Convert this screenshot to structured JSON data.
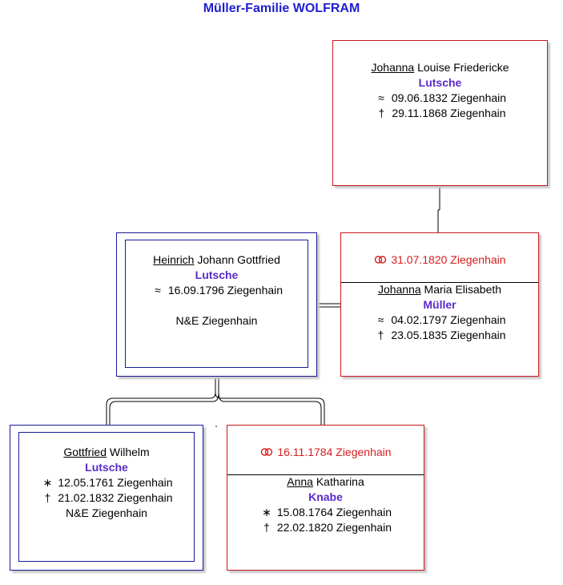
{
  "title": "Müller-Familie WOLFRAM",
  "persons": {
    "p1": {
      "first": "Johanna",
      "rest": " Louise Friedericke",
      "surname": "Lutsche",
      "events": [
        {
          "sym": "≈",
          "text": "09.06.1832 Ziegenhain"
        },
        {
          "sym": "†",
          "text": "29.11.1868 Ziegenhain"
        }
      ]
    },
    "p2": {
      "first": "Heinrich",
      "rest": " Johann Gottfried",
      "surname": "Lutsche",
      "events": [
        {
          "sym": "≈",
          "text": "16.09.1796 Ziegenhain"
        }
      ],
      "note": "N&E Ziegenhain"
    },
    "p3": {
      "marriage": "31.07.1820 Ziegenhain",
      "first": "Johanna",
      "rest": " Maria Elisabeth",
      "surname": "Müller",
      "events": [
        {
          "sym": "≈",
          "text": "04.02.1797 Ziegenhain"
        },
        {
          "sym": "†",
          "text": "23.05.1835 Ziegenhain"
        }
      ]
    },
    "p4": {
      "first": "Gottfried",
      "rest": " Wilhelm",
      "surname": "Lutsche",
      "events": [
        {
          "sym": "∗",
          "text": "12.05.1761 Ziegenhain"
        },
        {
          "sym": "†",
          "text": "21.02.1832 Ziegenhain"
        }
      ],
      "note": "N&E Ziegenhain"
    },
    "p5": {
      "marriage": "16.11.1784 Ziegenhain",
      "first": "Anna",
      "rest": " Katharina",
      "surname": "Knabe",
      "events": [
        {
          "sym": "∗",
          "text": "15.08.1764 Ziegenhain"
        },
        {
          "sym": "†",
          "text": "22.02.1820 Ziegenhain"
        }
      ]
    }
  },
  "marriage_icon": "marriage-rings-icon",
  "colors": {
    "title": "#1f1fd0",
    "surname": "#5a2ac8",
    "marriage": "#d41e1e",
    "female_border": "#c8181e",
    "male_border": "#1a1a96"
  }
}
